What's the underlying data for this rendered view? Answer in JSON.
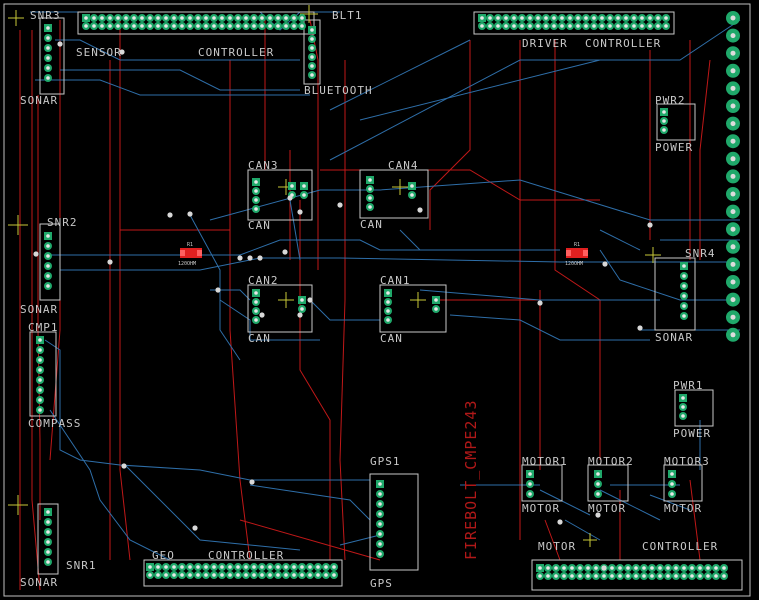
{
  "board": {
    "title": "FIREBOLT_CMPE243",
    "colors": {
      "background": "#000000",
      "trace_top": "#c01818",
      "trace_bottom": "#2e6ea8",
      "silkscreen": "#c8c8c8",
      "pad": "#1fa86a",
      "via": "#d8d8d8",
      "resistor": "#e02020"
    }
  },
  "labels": {
    "snr3": "SNR3",
    "sensor": "SENSOR",
    "controller_top": "CONTROLLER",
    "blt1": "BLT1",
    "bluetooth": "BLUETOOTH",
    "sonar_top": "SONAR",
    "driver": "DRIVER",
    "driver_controller": "CONTROLLER",
    "pwr2": "PWR2",
    "power_top": "POWER",
    "can3": "CAN3",
    "can3_sub": "CAN",
    "can4": "CAN4",
    "can4_sub": "CAN",
    "snr2": "SNR2",
    "sonar_mid": "SONAR",
    "r1a": "R1",
    "r1a_val": "120OHM",
    "r1b": "R1",
    "r1b_val": "120OHM",
    "snr4": "SNR4",
    "sonar_right": "SONAR",
    "can2": "CAN2",
    "can2_sub": "CAN",
    "can1": "CAN1",
    "can1_sub": "CAN",
    "cmp1": "CMP1",
    "compass": "COMPASS",
    "pwr1": "PWR1",
    "power_bottom": "POWER",
    "gps1": "GPS1",
    "gps": "GPS",
    "geo": "GEO",
    "geo_controller": "CONTROLLER",
    "snr1": "SNR1",
    "sonar_bottom": "SONAR",
    "motor1": "MOTOR1",
    "motor1_sub": "MOTOR",
    "motor2": "MOTOR2",
    "motor2_sub": "MOTOR",
    "motor3": "MOTOR3",
    "motor3_sub": "MOTOR",
    "motor_ctrl_a": "MOTOR",
    "motor_ctrl_b": "CONTROLLER"
  }
}
